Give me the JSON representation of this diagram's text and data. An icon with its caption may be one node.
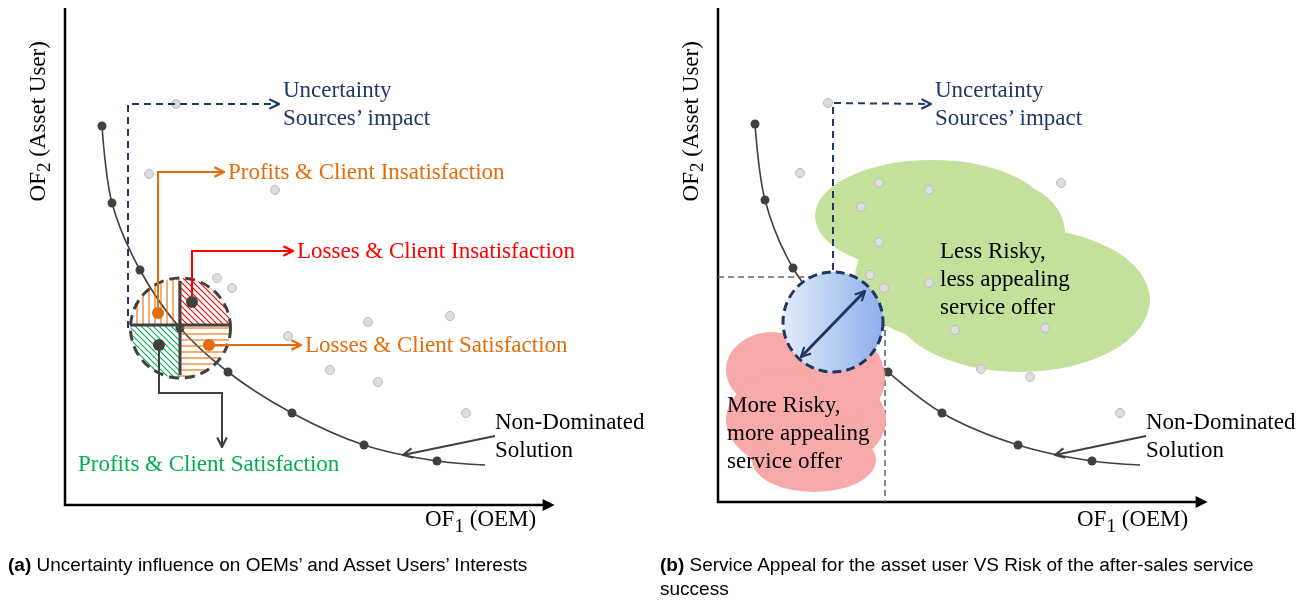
{
  "diagram": {
    "nodes": [
      {
        "text": [
          "Uncertainty Sources’ impact"
        ]
      },
      {
        "text": [
          "Profits & Client Insatisfaction"
        ]
      },
      {
        "text": [
          "Losses & Client Insatisfaction"
        ]
      },
      {
        "text": [
          "Losses & Client Satisfaction"
        ]
      },
      {
        "text": [
          "Profits & Client Satisfaction"
        ]
      },
      {
        "text": [
          "Non-Dominated Solution"
        ]
      },
      {
        "text": [],
        "shape": "circle"
      },
      {
        "text": [],
        "shape": "circle",
        "in": 6
      },
      {
        "text": [],
        "shape": "circle",
        "in": 6
      },
      {
        "text": [],
        "shape": "circle",
        "in": 6
      },
      {
        "text": [],
        "shape": "circle",
        "in": 6
      },
      {
        "text": [
          "Uncertainty Sources’ impact"
        ]
      },
      {
        "text": [
          "Less Risky, less appealing service offer"
        ]
      },
      {
        "text": [
          "More Risky, more appealing service offer"
        ]
      },
      {
        "text": [],
        "shape": "circle"
      },
      {
        "text": [
          "Non-Dominated Solution"
        ]
      }
    ],
    "edges": [
      {
        "from": 6,
        "to": 0,
        "arrow": "to",
        "style": "dashed",
        "color": "#1f3864"
      },
      {
        "from": 7,
        "to": 1,
        "arrow": "to",
        "color": "#e46c0a"
      },
      {
        "from": 8,
        "to": 2,
        "arrow": "to",
        "color": "#ff0000"
      },
      {
        "from": 10,
        "to": 3,
        "arrow": "to",
        "color": "#e46c0a"
      },
      {
        "from": 9,
        "to": 4,
        "arrow": "to"
      },
      {
        "from": 5,
        "to": null,
        "arrow": "to"
      },
      {
        "from": 14,
        "to": 11,
        "arrow": "to",
        "style": "dashed",
        "color": "#1f3864"
      },
      {
        "from": 15,
        "to": null,
        "arrow": "to"
      }
    ],
    "labels": [
      "OF$_{2}$ (Asset User)",
      "OF$_{1}$ (OEM)",
      "OF$_{2}$ (Asset User)",
      "OF$_{1}$ (OEM)",
      "**(a)** Uncertainty influence on OEMs’ and Asset Users’ Interests",
      "**(b)** Service Appeal for the asset user VS Risk of the after-sales service success"
    ]
  }
}
